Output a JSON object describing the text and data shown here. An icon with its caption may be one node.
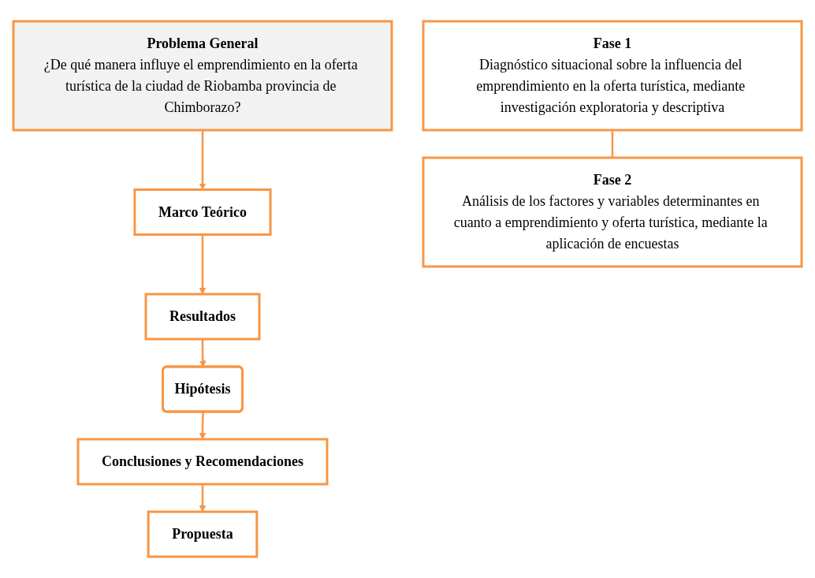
{
  "diagram": {
    "nodes": [
      {
        "text": [
          "Problema General",
          "¿De qué manera influye el emprendimiento en la oferta turística de la ciudad de Riobamba provincia de Chimborazo?"
        ]
      },
      {
        "text": [
          "Marco Teórico"
        ]
      },
      {
        "text": [
          "Fase 1",
          "Diagnóstico situacional sobre la influencia del emprendimiento en la oferta turística, mediante investigación exploratoria y descriptiva"
        ]
      },
      {
        "text": [
          "Fase 2",
          "Análisis de los factores y variables determinantes en cuanto a emprendimiento y oferta turística, mediante la aplicación de encuestas"
        ]
      },
      {
        "text": [
          "Resultados"
        ]
      },
      {
        "text": [
          "Hipótesis"
        ]
      },
      {
        "text": [
          "Conclusiones y Recomendaciones"
        ]
      },
      {
        "text": [
          "Propuesta"
        ]
      }
    ],
    "edges": [
      {
        "from": 0,
        "to": 1,
        "arrow": "to"
      },
      {
        "from": 1,
        "to": 4,
        "arrow": "to"
      },
      {
        "from": 2,
        "to": 3,
        "arrow": "none"
      },
      {
        "from": 4,
        "to": 5,
        "arrow": "to"
      },
      {
        "from": 5,
        "to": 6,
        "arrow": "to"
      },
      {
        "from": 6,
        "to": 7,
        "arrow": "to"
      }
    ]
  }
}
